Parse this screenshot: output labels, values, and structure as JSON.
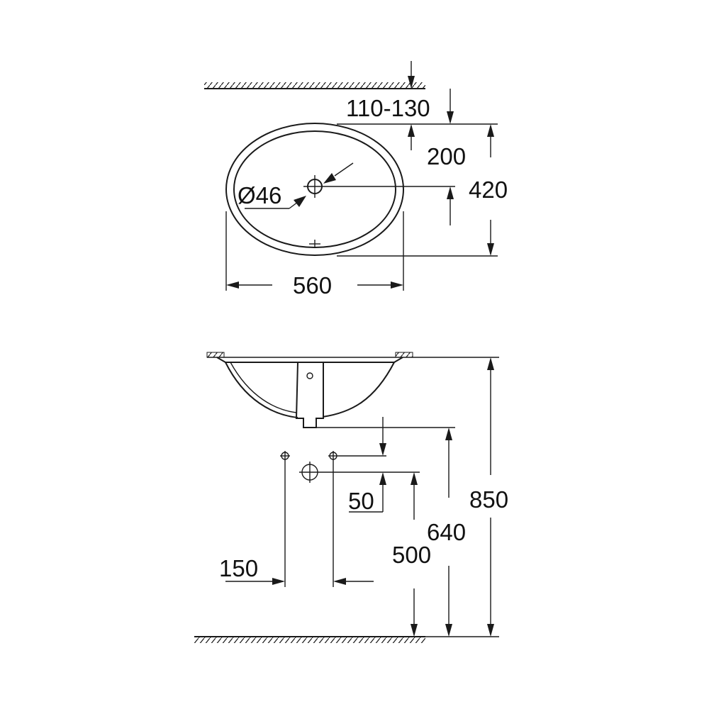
{
  "dimensions": {
    "wall_to_tap": "110-130",
    "tap_to_center": "200",
    "basin_depth": "420",
    "drain_diameter": "Ø46",
    "basin_width": "560",
    "waste_offset": "50",
    "waste_spacing": "150",
    "outlet_height": "500",
    "trap_height": "640",
    "rim_height": "850"
  },
  "colors": {
    "line": "#1a1a1a",
    "background": "#ffffff"
  }
}
